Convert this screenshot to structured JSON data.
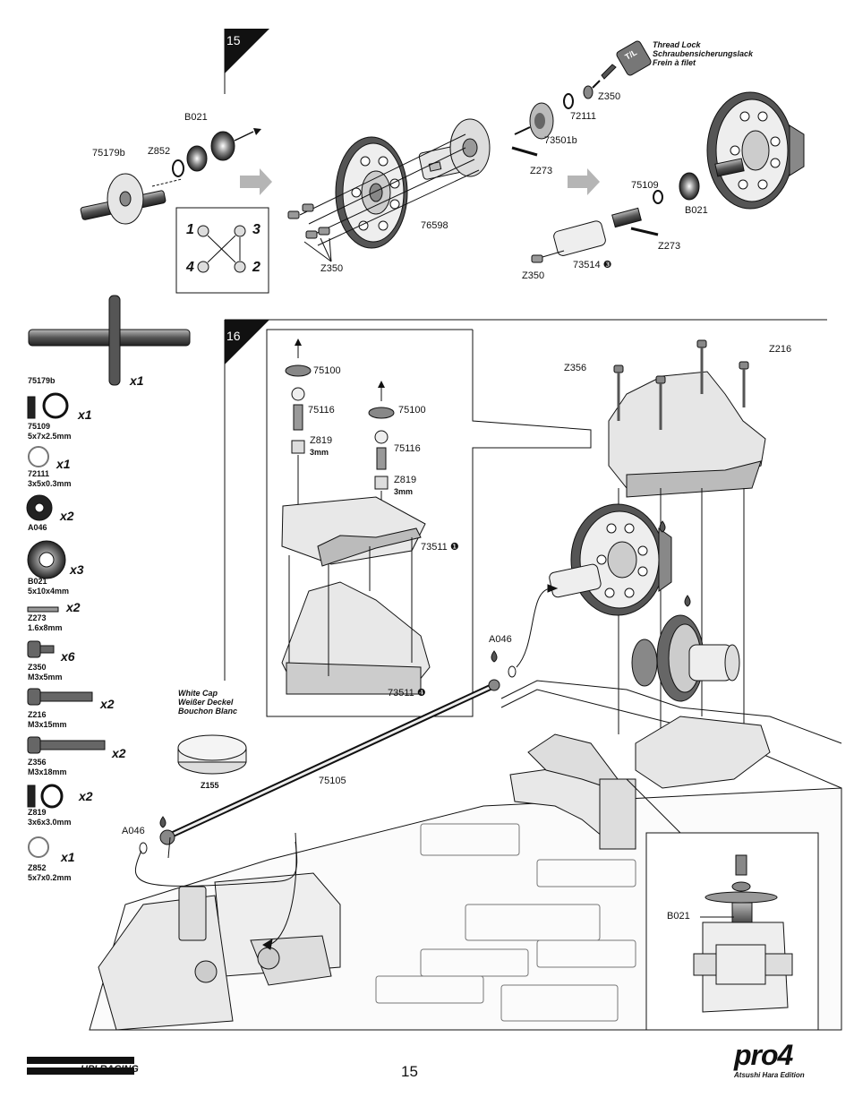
{
  "page_number": "15",
  "steps": [
    {
      "number": "15"
    },
    {
      "number": "16"
    }
  ],
  "step15": {
    "labels": {
      "b021": "B021",
      "p75179b": "75179b",
      "z852": "Z852",
      "p76598": "76598",
      "z350_a": "Z350",
      "z350_b": "Z350",
      "z350_c": "Z350",
      "p72111": "72111",
      "p73501b": "73501b",
      "z273_a": "Z273",
      "p75109": "75109",
      "b021_b": "B021",
      "z273_b": "Z273",
      "p73514": "73514"
    },
    "thread_lock": [
      "Thread Lock",
      "Schraubensicherungslack",
      "Frein à filet"
    ],
    "tl_badge": "T/L",
    "order": {
      "n1": "1",
      "n2": "2",
      "n3": "3",
      "n4": "4"
    }
  },
  "step16": {
    "labels": {
      "p75100_a": "75100",
      "p75116_a": "75116",
      "z819_a": "Z819",
      "mm3_a": "3mm",
      "p75100_b": "75100",
      "p75116_b": "75116",
      "z819_b": "Z819",
      "mm3_b": "3mm",
      "p73511_1": "73511",
      "p73511_4": "73511",
      "z356": "Z356",
      "z216": "Z216",
      "a046_a": "A046",
      "a046_b": "A046",
      "p75105": "75105",
      "z155": "Z155",
      "b021": "B021"
    },
    "white_cap": [
      "White Cap",
      "Weißer Deckel",
      "Bouchon Blanc"
    ]
  },
  "parts": [
    {
      "code": "75179b",
      "size": "",
      "qty": "x1"
    },
    {
      "code": "75109",
      "size": "5x7x2.5mm",
      "qty": "x1"
    },
    {
      "code": "72111",
      "size": "3x5x0.3mm",
      "qty": "x1"
    },
    {
      "code": "A046",
      "size": "",
      "qty": "x2"
    },
    {
      "code": "B021",
      "size": "5x10x4mm",
      "qty": "x3"
    },
    {
      "code": "Z273",
      "size": "1.6x8mm",
      "qty": "x2"
    },
    {
      "code": "Z350",
      "size": "M3x5mm",
      "qty": "x6"
    },
    {
      "code": "Z216",
      "size": "M3x15mm",
      "qty": "x2"
    },
    {
      "code": "Z356",
      "size": "M3x18mm",
      "qty": "x2"
    },
    {
      "code": "Z819",
      "size": "3x6x3.0mm",
      "qty": "x2"
    },
    {
      "code": "Z852",
      "size": "5x7x0.2mm",
      "qty": "x1"
    }
  ],
  "brand": {
    "left": "HPI RACING",
    "right": "pro4",
    "right_sub": "Atsushi Hara Edition"
  },
  "colors": {
    "line": "#111111",
    "arrow": "#b5b5b5",
    "gear": "#666666"
  }
}
